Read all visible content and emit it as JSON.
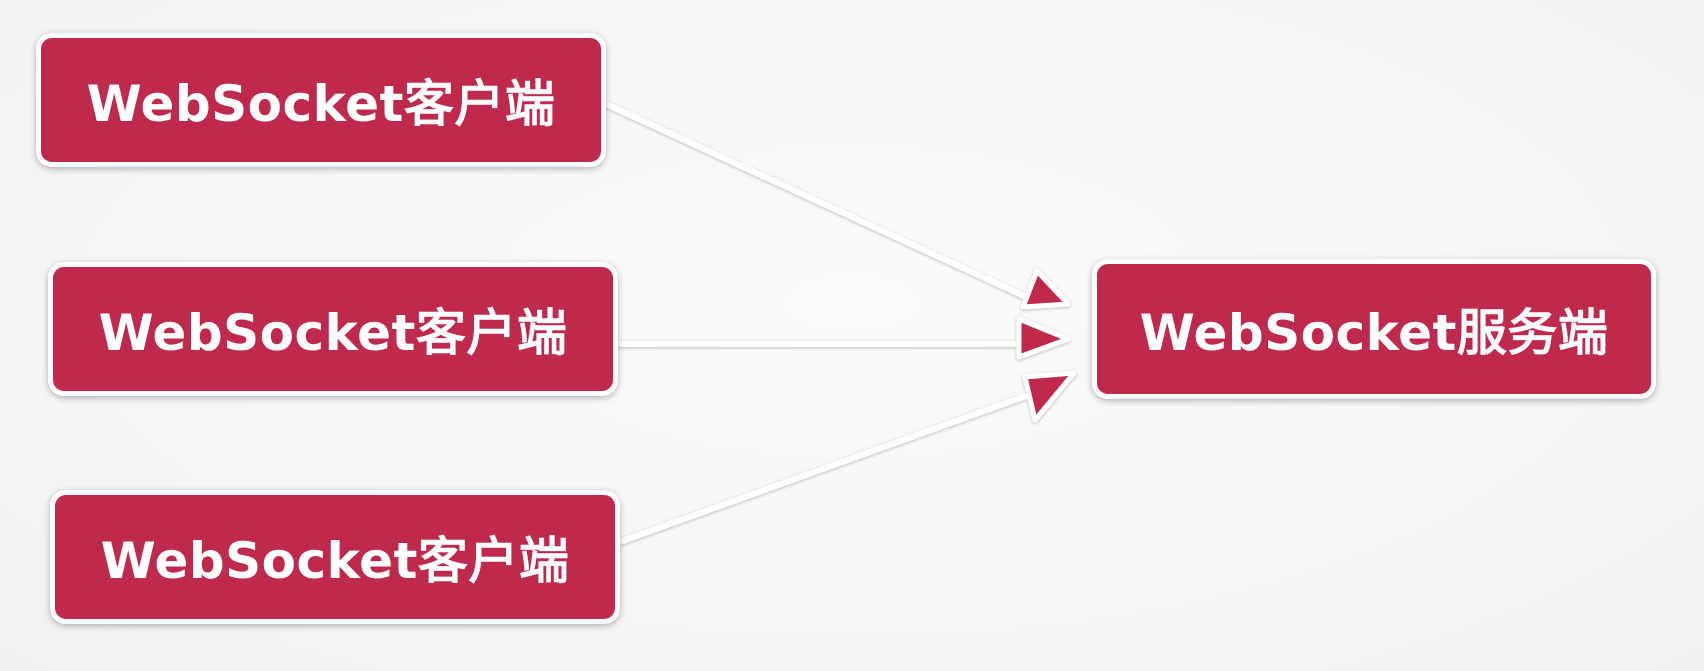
{
  "diagram": {
    "clients": [
      {
        "label": "WebSocket客户端"
      },
      {
        "label": "WebSocket客户端"
      },
      {
        "label": "WebSocket客户端"
      }
    ],
    "server": {
      "label": "WebSocket服务端"
    },
    "edges": [
      {
        "from": "client-1",
        "to": "server"
      },
      {
        "from": "client-2",
        "to": "server"
      },
      {
        "from": "client-3",
        "to": "server"
      }
    ]
  },
  "colors": {
    "node_fill": "#bf294b",
    "node_border": "#ffffff",
    "connector": "#ffffff",
    "arrowhead": "#bf294b",
    "background": "#f7f7f7"
  }
}
